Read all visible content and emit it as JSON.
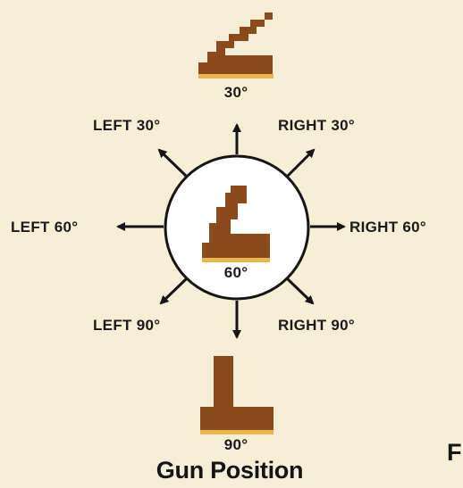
{
  "gun_positions": {
    "top": {
      "label": "30°",
      "color": "#8b4a1c",
      "highlight": "#e8b64a"
    },
    "center": {
      "label": "60°",
      "color": "#8b4a1c",
      "highlight": "#e8b64a"
    },
    "bottom": {
      "label": "90°",
      "color": "#8b4a1c",
      "highlight": "#e8b64a"
    }
  },
  "directions": {
    "left_30": "LEFT 30°",
    "right_30": "RIGHT 30°",
    "left_60": "LEFT 60°",
    "right_60": "RIGHT 60°",
    "left_90": "LEFT 90°",
    "right_90": "RIGHT 90°"
  },
  "title": "Gun Position",
  "edge_text": "F"
}
